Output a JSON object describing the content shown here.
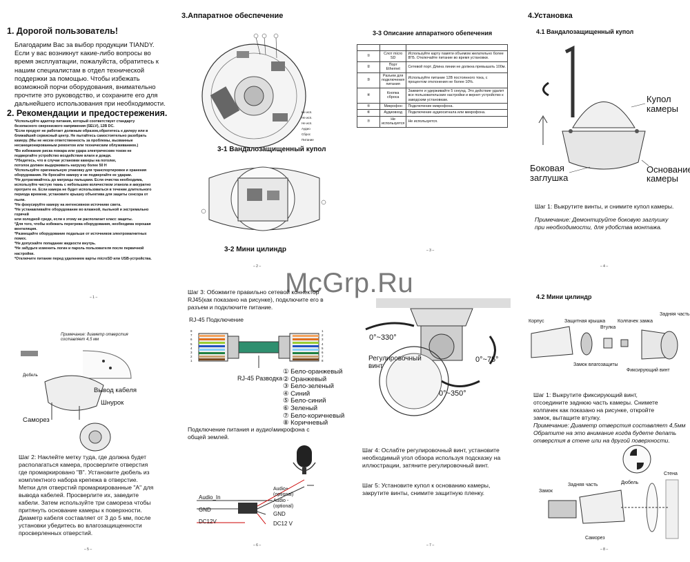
{
  "page1": {
    "title": "1. Дорогой пользователь!",
    "greeting": [
      "Благодарим Вас за выбор продукции TIANDY.",
      "Если у вас возникнут какие-либо вопросы во",
      "время эксплуатации, пожалуйста, обратитесь к",
      "нашим специалистам в отдел технической",
      "поддержки за помощью. Чтобы избежать",
      "возможной порчи оборудования, внимательно",
      "прочтите это руководство, и сохраните его для",
      "дальнейшего использования при необходимости."
    ],
    "title2": "2. Рекомендации и предостережения.",
    "warnings": [
      "*Используйте адаптер питания, который соответствует стандарту",
      "безопасного сверхнизкого напряжения (SELV), 12В DC.",
      "*Если продукт не работает должным образом,обратитесь к дилеру или в",
      "ближайший сервисный центр. Не пытайтесь самостоятельно разобрать",
      "камеру. (Мы не несем ответственность за проблемы, вызванные",
      "несанкционированным ремонтом или техническим облуживанием.)",
      "*Во избежание риска пожара или удара электрическим током не",
      "подвергайте устройство воздействие влаги и дождя.",
      "*Убедитесь, что в случае установки камеры на потолке,",
      "потолок должен выдерживать нагрузку более 50 Н",
      "*Используйте оригинальную упаковку для транспортировки и хранения",
      "оборудования. Не бросайте камеру и не подвергайте ее ударам.",
      "*Не дотрагивайтесь до матрицы пальцами. Если очистка необходима,",
      "используйте чистую ткань с небольшим количеством этанола и аккуратно",
      "протрите ее. Если камера не будет использоваться в течение длительного",
      "периода времени, установите крышку объектива для защиты сенсора от",
      "пыли.",
      "*Не фокусируйте камеру на интенсивном источнике света.",
      "*Не устанавливайте оборудование во влажной, пыльной и экстремально",
      "горячей",
      "или холодной среде, если к этому не располагает класс защиты.",
      "*Для того, чтобы избежать перегрева оборудования, необходима хорошая",
      "вентиляция.",
      "*Размещайте оборудование подальше от источников  электромагнитных",
      "помех.",
      "*Не допускайте попадание жидкости внутрь.",
      "*Не забудьте изменить логин и пароль пользователя после первичной",
      "настройки.",
      "*Отключите питание перед удалением карты microSD или USB-устройства."
    ],
    "page_num": "– 1 –"
  },
  "page2": {
    "title": "3.Аппаратное обеспечение",
    "fig1_caption": "3-1 Вандалозащищенный купол",
    "fig2_caption": "3-2 Мини цилиндр",
    "side_labels": [
      "Не исп.",
      "Не исп.",
      "Не исп.",
      "Аудио",
      "Сброс",
      "Питание"
    ],
    "page_num": "– 2 –"
  },
  "page3": {
    "title": "3-3 Описание аппаратного обепечения",
    "rows": [
      {
        "n": "①",
        "name": "Слот micro SD",
        "desc": "Используйте карту памяти объемом желательно более 8ГБ. Отключайте питание во время установки."
      },
      {
        "n": "②",
        "name": "Порт Ethernet",
        "desc": "Сетевой порт. Длина линии не должна превышать 100м."
      },
      {
        "n": "③",
        "name": "Разъем для подключения питания",
        "desc": "Используйте питание 12В постоянного тока, с процентом отклонения не более 10%."
      },
      {
        "n": "④",
        "name": "Кнопка сброса",
        "desc": "Зажмите и удерживайте 5 секунд. Это действие удалит все пользовательские настройки и вернет устройство к заводским установкам."
      },
      {
        "n": "⑤",
        "name": "Микрофон",
        "desc": "Подключение микрофона."
      },
      {
        "n": "⑥",
        "name": "Аудиовход",
        "desc": "Подключение аудиосигнала или микрофона."
      },
      {
        "n": "⑦",
        "name": "Не используется",
        "desc": "Не используется."
      }
    ],
    "page_num": "– 3 –"
  },
  "page4": {
    "title": "4.Установка",
    "subtitle": "4.1 Вандалозащищенный купол",
    "label_dome": [
      "Купол",
      "камеры"
    ],
    "label_side": [
      "Боковая",
      "заглушка"
    ],
    "label_base": [
      "Основание",
      "камеры"
    ],
    "step1": "Шаг 1: Выкрутите винты, и снимите купол камеры.",
    "note": [
      "Примечание: Демонтируйте боковую заглушку",
      "при необходимости, для удобства монтажа."
    ],
    "page_num": "– 4 –"
  },
  "page5": {
    "note": [
      "Примечание: диаметр отверстия",
      "составляет 4,5 мм"
    ],
    "label_dowel": "Дюбель",
    "label_cable_out": "Вывод кабеля",
    "label_cord": "Шнурок",
    "label_screw": "Саморез",
    "step2": [
      "Шаг 2:  Наклейте метку туда, где должна будет",
      "располагаться камера, просверлите отверстия",
      "где промаркировано \"B\". Установите дюбель из",
      "комплектного набора крепежа в отверстие.",
      "Метки для отверстий промаркированные \"A\" для",
      "вывода кабелей. Просверлите их, заведите",
      "кабели. Затем используйте три самореза чтобы",
      "притянуть основание камеры к поверхности.",
      "Диаметр кабеля составляет от 3 до 5 мм, после",
      "установки убедитесь во влагозащищенности",
      "просверленных отверстий."
    ],
    "page_num": "– 5 –"
  },
  "page6": {
    "step3": [
      "Шаг 3: Обожмите правильно сетевой коннектор",
      "RJ45(как показано на рисунке), подключите его в",
      "разъем и подключите питание."
    ],
    "rj45_title": "RJ-45 Подключение",
    "rj45_wiring": "RJ-45 Разводка",
    "pins": [
      "1",
      "2",
      "3",
      "4",
      "5",
      "6",
      "7",
      "8"
    ],
    "legend": [
      "① Бело-оранжевый",
      "② Оранжевый",
      "③ Бело-зеленый",
      "④ Синий",
      "⑤ Бело-синий",
      "⑥ Зеленый",
      "⑦ Бело-коричневый",
      "⑧ Коричневый"
    ],
    "power_text": [
      "Подключение питания и аудио\\микрофона с",
      "общей землей."
    ],
    "audio_plus": [
      "Audio+",
      "(optional)"
    ],
    "audio_minus": [
      "Audio -",
      "(optional)"
    ],
    "audio_in": "Audio_In",
    "gnd": "GND",
    "gnd2": "GND",
    "dc12v": "DC12V",
    "dc12v2": "DC12 V",
    "page_num": "– 6 –"
  },
  "page7": {
    "angle1": "0°~330°",
    "angle2": "0°~75°",
    "angle3": "0°~350°",
    "label_screw": [
      "Регулировочный",
      "винт"
    ],
    "step4": [
      "Шаг 4: Ослабте регулировочный винт, установите",
      "необходимый угол обзора используя подсказку на",
      "иллюстрации, затяните регулировочный винт."
    ],
    "step5": [
      "Шаг 5: Установите купол к основанию камеры,",
      "закрутите винты, снимите защитную пленку."
    ],
    "page_num": "– 7 –"
  },
  "page8": {
    "subtitle": "4.2 Мини цилиндр",
    "labels": {
      "body": "Корпус",
      "cover": "Защитная крышка",
      "lock_cap": "Колпачек замка",
      "back": "Задняя часть",
      "bushing": "Втулка",
      "lock_water": "Замок влагозащиты",
      "fix_screw": "Фиксирующий винт"
    },
    "step1": [
      "Шаг 1: Выкрутите фиксирующий  винт,",
      "отсоедините заднюю часть камеры. Снимете",
      "колпачек как показано на рисунке, откройте",
      "замок, вытащите втулку."
    ],
    "note": [
      "Примечание: Диаметр отверстия составляет 4,5мм",
      "Обратите на это внимание когда будете делать",
      "отверстия в стене или на другой поверхности."
    ],
    "labels2": {
      "dowel": "Дюбель",
      "wall": "Стена",
      "lock": "Замок",
      "back": "Задняя часть",
      "screw": "Саморез"
    },
    "page_num": "– 8 –"
  },
  "watermark": "McGrp.Ru"
}
